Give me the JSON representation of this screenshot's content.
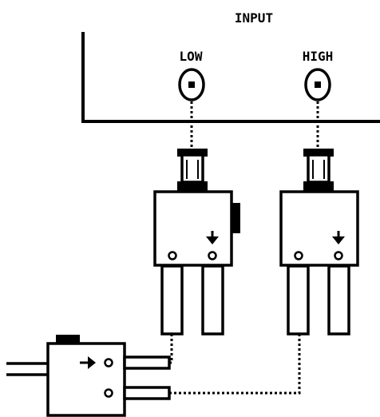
{
  "panel": {
    "title": "INPUT",
    "connectors": [
      {
        "label": "LOW"
      },
      {
        "label": "HIGH"
      }
    ]
  },
  "colors": {
    "ink": "#000000",
    "background": "#ffffff"
  },
  "icons": {
    "adapter_arrow": "arrow-down-icon",
    "splitter_arrow": "arrow-right-icon",
    "jack": "bnc-jack-icon"
  }
}
